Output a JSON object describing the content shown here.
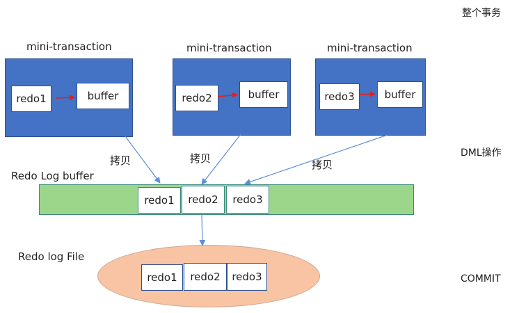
{
  "labels": {
    "whole_transaction": "整个事务",
    "dml": "DML操作",
    "commit": "COMMIT",
    "redo_log_buffer": "Redo Log buffer",
    "redo_log_file": "Redo log File",
    "copy": "拷贝"
  },
  "mini_transactions": [
    {
      "title": "mini-transaction",
      "redo": "redo1",
      "buffer": "buffer"
    },
    {
      "title": "mini-transaction",
      "redo": "redo2",
      "buffer": "buffer"
    },
    {
      "title": "mini-transaction",
      "redo": "redo3",
      "buffer": "buffer"
    }
  ],
  "buffer_cells": [
    "redo1",
    "redo2",
    "redo3"
  ],
  "file_cells": [
    "redo1",
    "redo2",
    "redo3"
  ],
  "colors": {
    "mini_transaction_fill": "#4472c4",
    "buffer_bar_fill": "#9bd68a",
    "file_ellipse_fill": "#f8c4a3",
    "internal_arrow": "#e02020",
    "copy_arrow": "#5b8fd6"
  }
}
